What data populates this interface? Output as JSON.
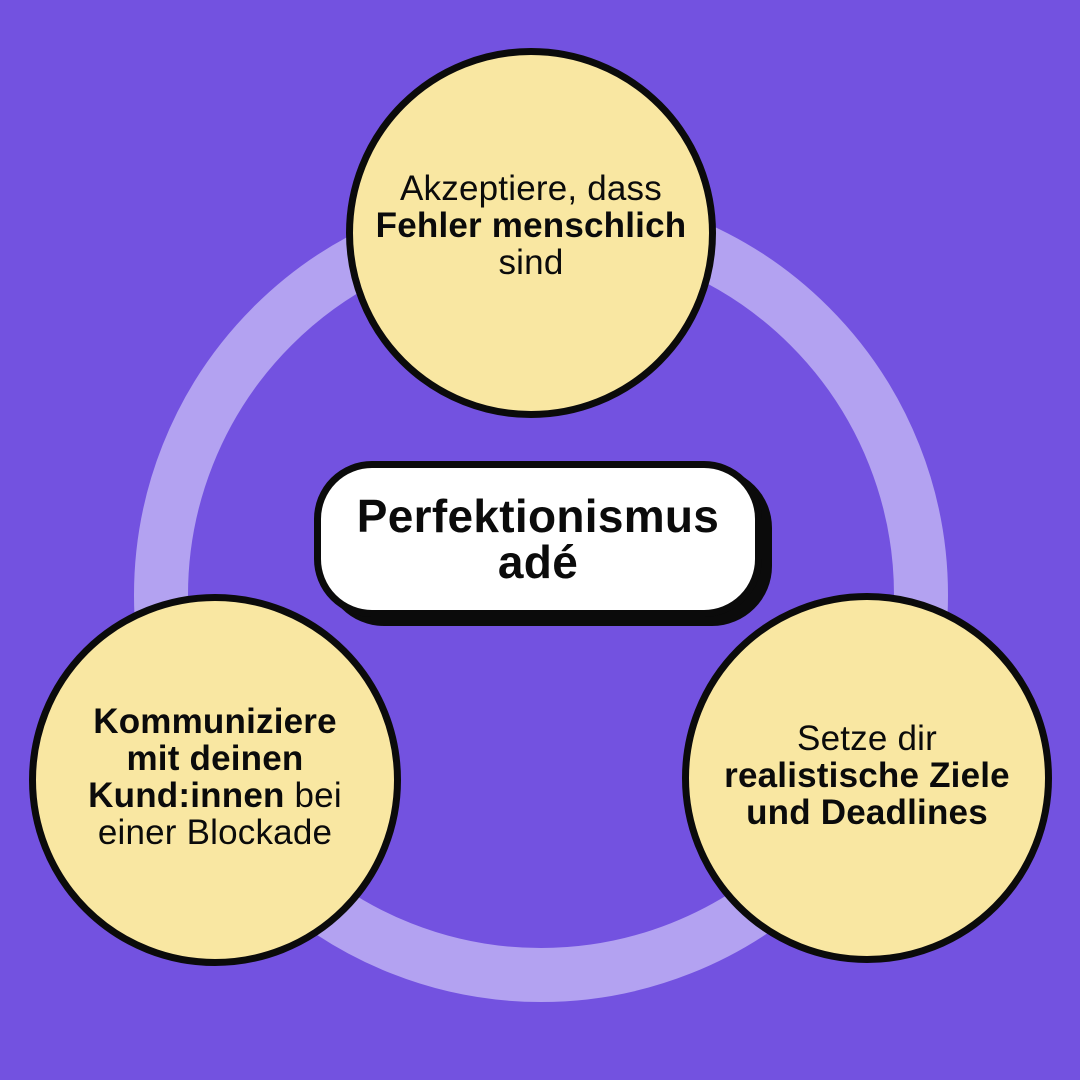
{
  "center": {
    "line1": "Perfektionismus",
    "line2": "adé"
  },
  "nodes": {
    "top": {
      "line1": "Akzeptiere, dass",
      "line2": "Fehler menschlich",
      "line3": "sind"
    },
    "left": {
      "line1": "Kommuniziere",
      "line2": "mit deinen",
      "line3a": "Kund:innen",
      "line3b": "bei",
      "line4": "einer Blockade"
    },
    "right": {
      "line1": "Setze dir",
      "line2": "realistische Ziele",
      "line3": "und Deadlines"
    }
  },
  "colors": {
    "background": "#7352e0",
    "ring": "#b3a2f1",
    "node_fill": "#f9e7a2",
    "outline": "#0b0b0b",
    "center_fill": "#ffffff"
  }
}
